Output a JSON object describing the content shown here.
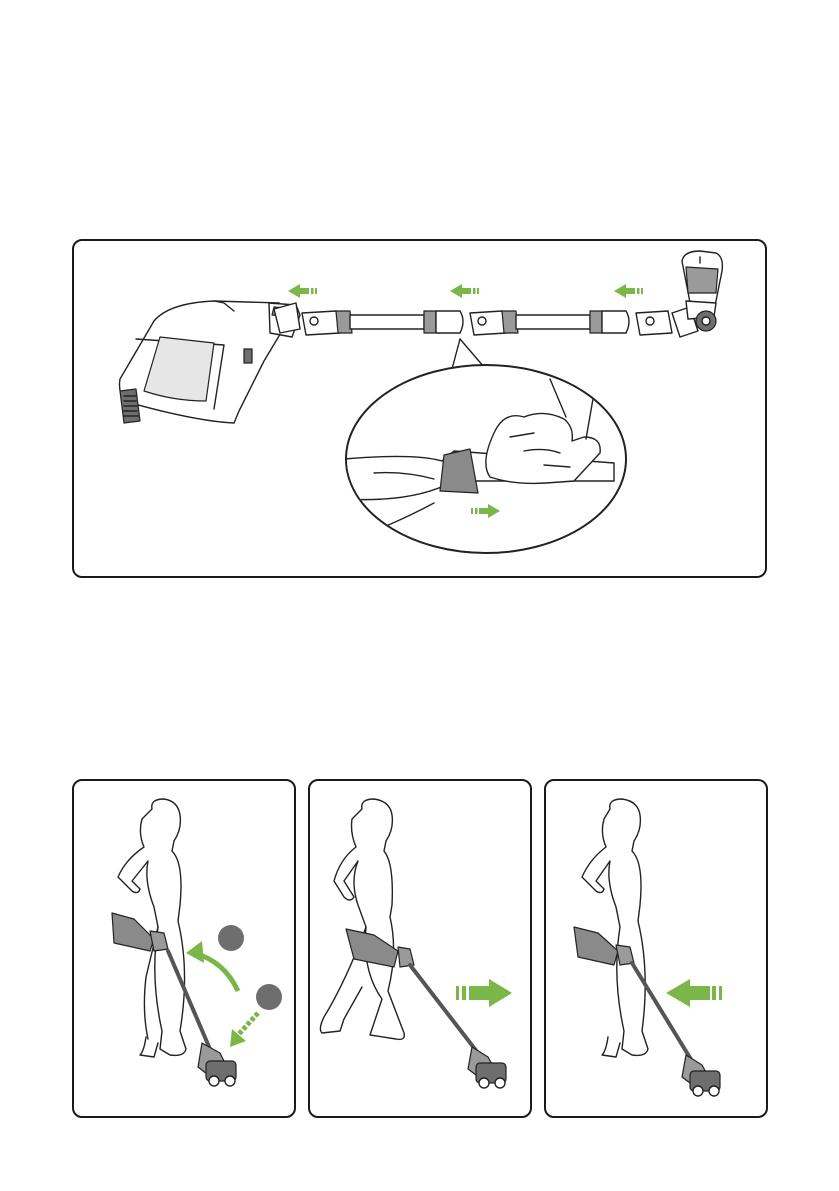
{
  "page": {
    "figures": [
      {
        "id": "tube-assembly",
        "icon": "assembly-diagram"
      },
      {
        "id": "usage-steps",
        "icon": "person-vacuuming"
      }
    ],
    "colors": {
      "accent_arrow": "#7ab648",
      "line": "#1a1a1a",
      "device_dark": "#6e6e6e",
      "device_mid": "#9a9a9a",
      "step_badge": "#6e6e6e"
    }
  }
}
